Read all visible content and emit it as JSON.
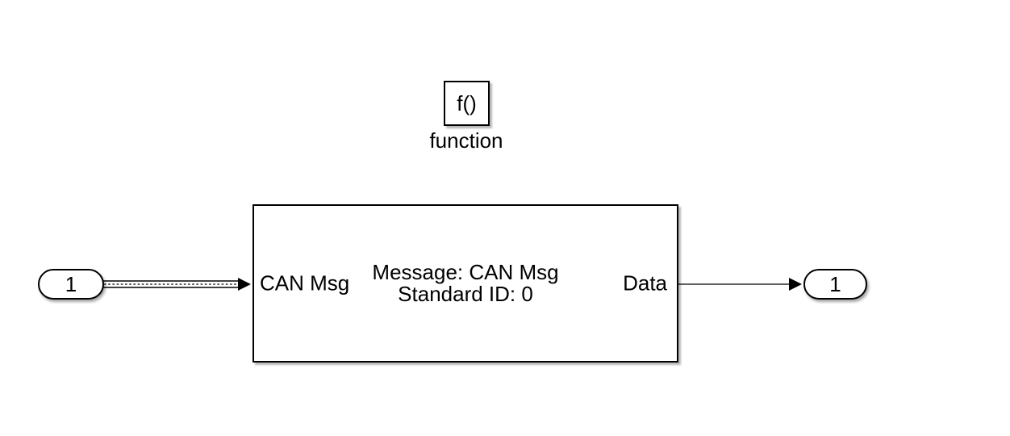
{
  "colors": {
    "background": "#ffffff",
    "line": "#000000",
    "block_border": "#000000",
    "block_fill": "#ffffff",
    "text": "#000000",
    "shadow": "#b5b5b5"
  },
  "trigger": {
    "symbol": "f()",
    "label": "function"
  },
  "inport": {
    "label": "1"
  },
  "unpack_block": {
    "input_port_label": "CAN Msg",
    "description_line1": "Message: CAN Msg",
    "description_line2": "Standard ID: 0",
    "output_port_label": "Data"
  },
  "outport": {
    "label": "1"
  }
}
